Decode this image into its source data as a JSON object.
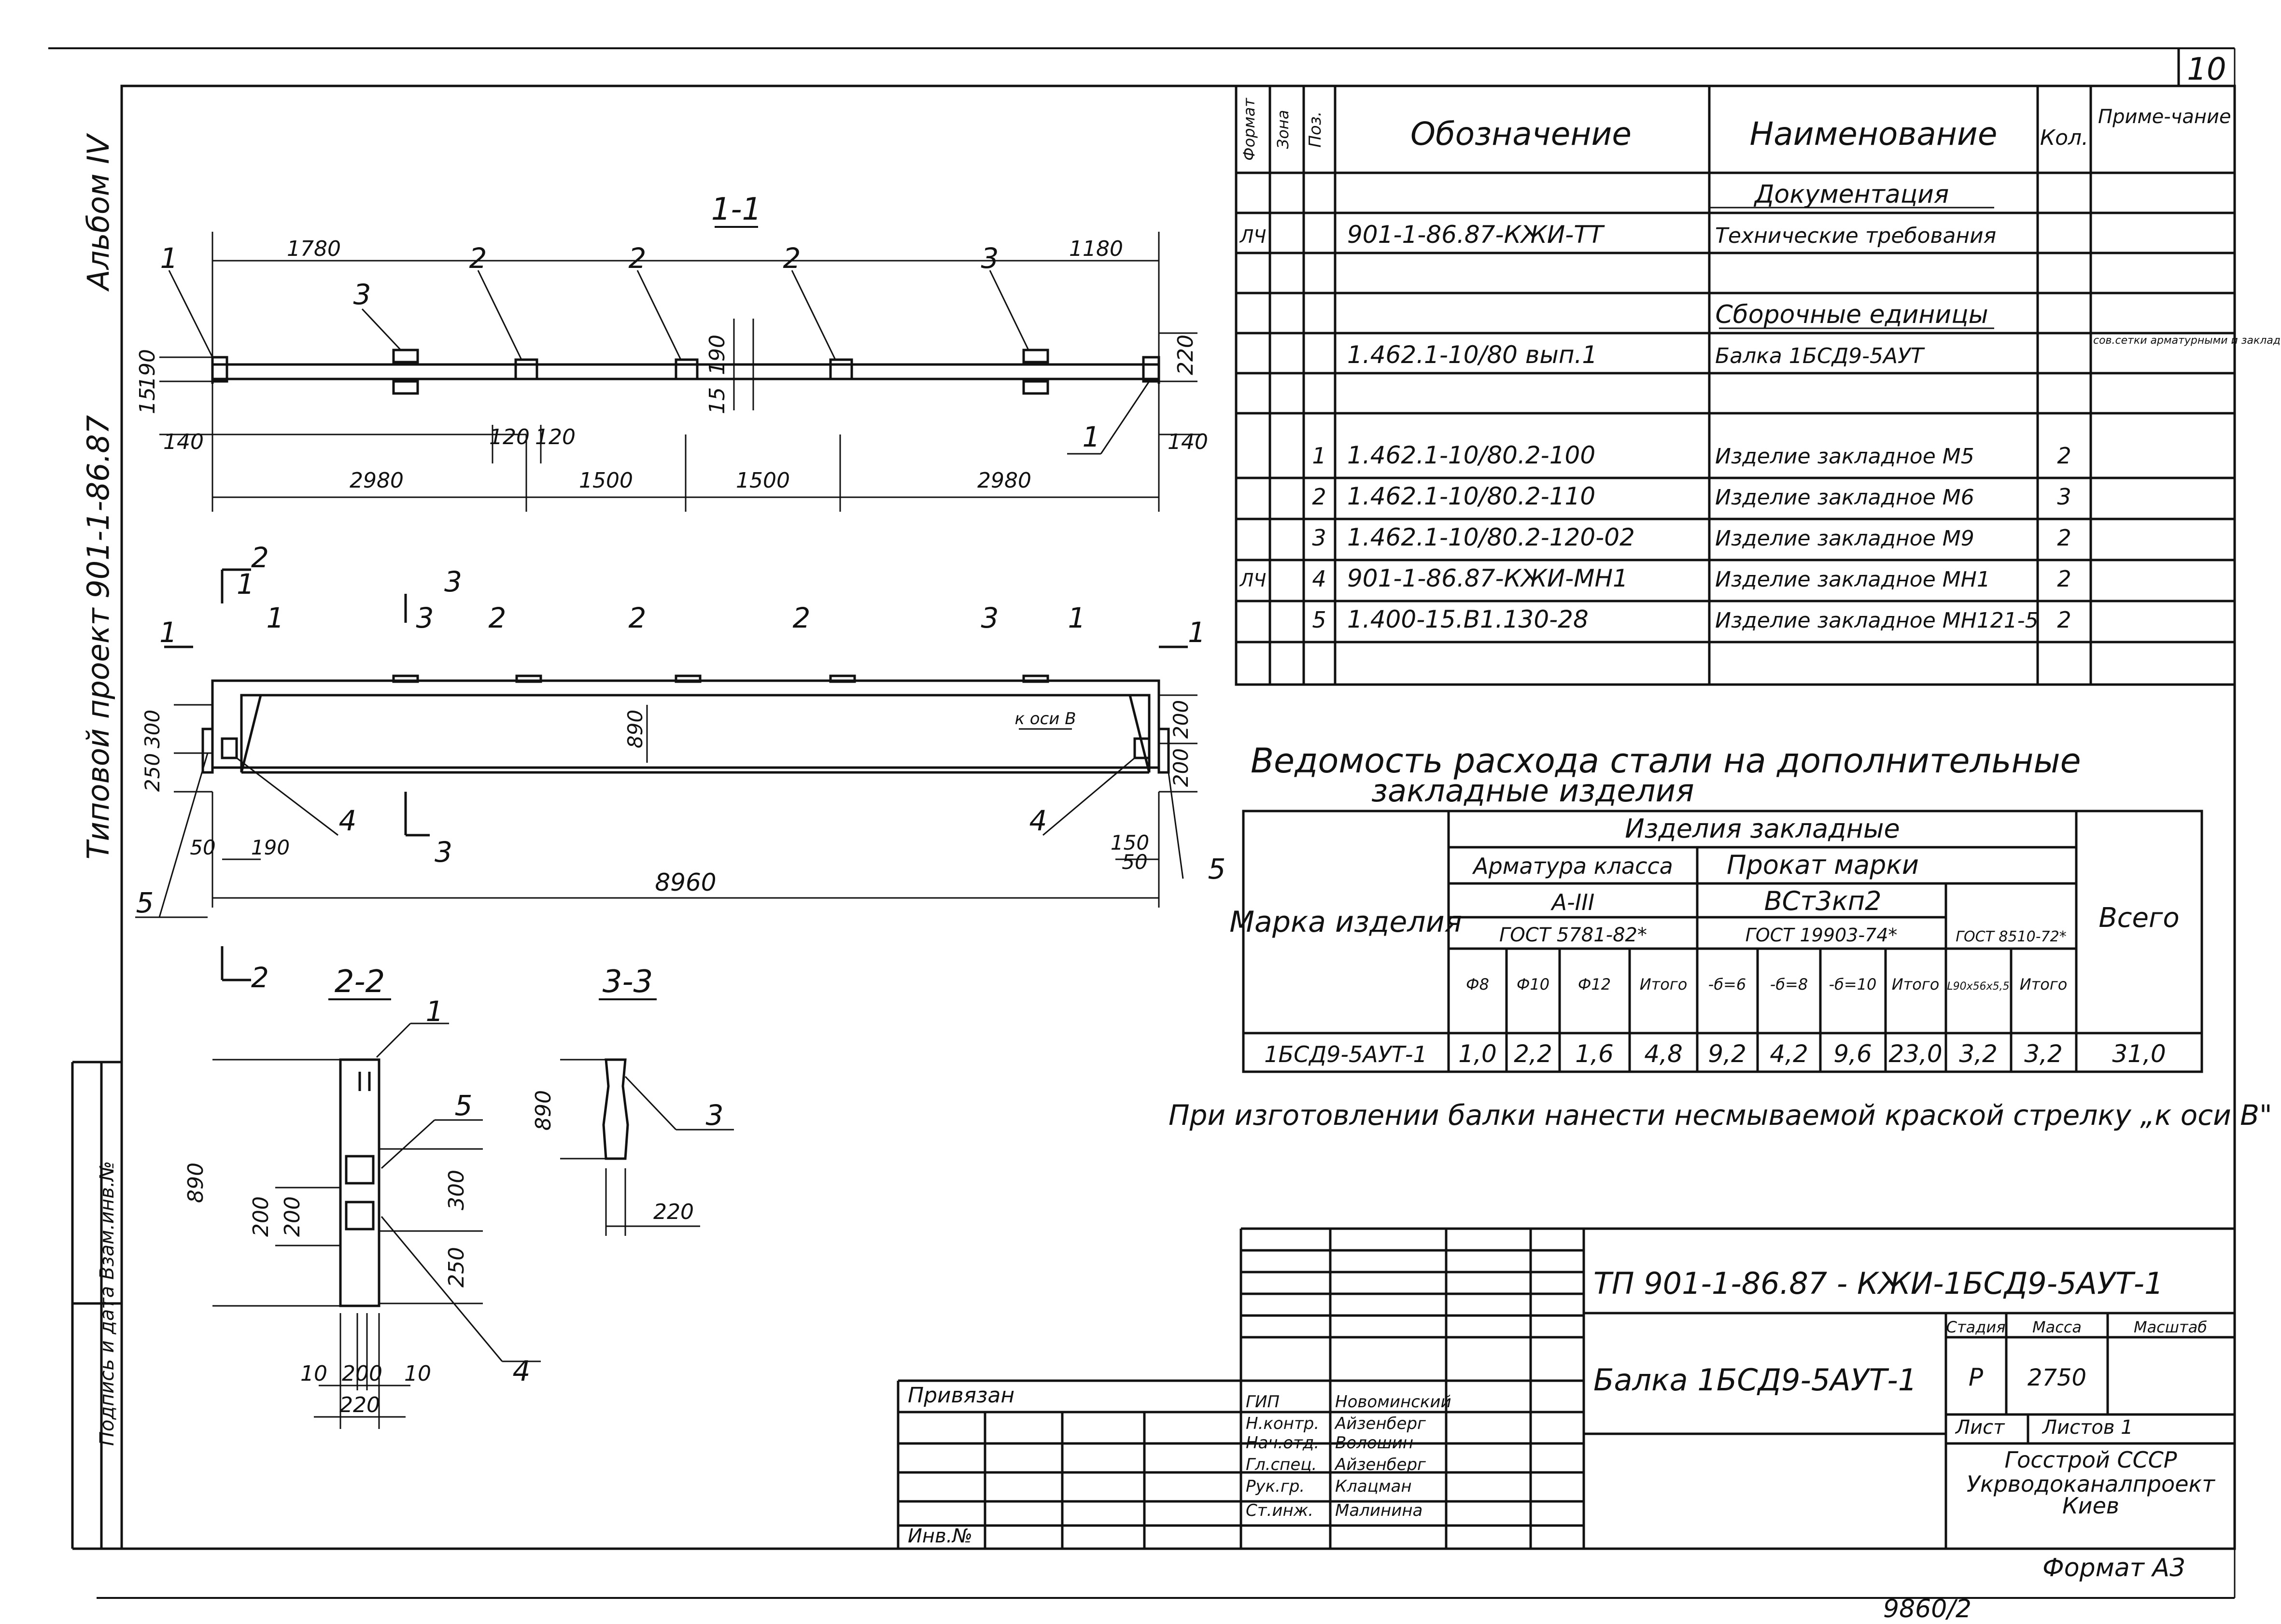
{
  "sheet_number": "10",
  "margin": {
    "album": "Альбом IV",
    "project": "Типовой проект 901-1-86.87",
    "stamp": "Подпись и дата  Взам.инв.№"
  },
  "spec": {
    "headers": {
      "format": "Формат",
      "zone": "Зона",
      "pos": "Поз.",
      "designation": "Обозначение",
      "name": "Наименование",
      "qty": "Кол.",
      "note": "Приме-чание"
    },
    "rows": [
      {
        "format": "",
        "pos": "",
        "designation": "",
        "name": "Документация",
        "qty": "",
        "note": ""
      },
      {
        "format": "ЛЧ",
        "pos": "",
        "designation": "901-1-86.87-КЖИ-ТТ",
        "name": "Технические требования",
        "qty": "",
        "note": ""
      },
      {
        "format": "",
        "pos": "",
        "designation": "",
        "name": "",
        "qty": "",
        "note": ""
      },
      {
        "format": "",
        "pos": "",
        "designation": "",
        "name": "Сборочные единицы",
        "qty": "",
        "note": ""
      },
      {
        "format": "",
        "pos": "",
        "designation": "1.462.1-10/80 вып.1",
        "name": "Балка 1БСД9-5АУТ",
        "qty": "",
        "note": "сов.сетки арматурными и заклад. изделиями"
      },
      {
        "format": "",
        "pos": "",
        "designation": "",
        "name": "",
        "qty": "",
        "note": ""
      },
      {
        "format": "",
        "pos": "1",
        "designation": "1.462.1-10/80.2-100",
        "name": "Изделие закладное М5",
        "qty": "2",
        "note": ""
      },
      {
        "format": "",
        "pos": "2",
        "designation": "1.462.1-10/80.2-110",
        "name": "Изделие закладное М6",
        "qty": "3",
        "note": ""
      },
      {
        "format": "",
        "pos": "3",
        "designation": "1.462.1-10/80.2-120-02",
        "name": "Изделие закладное М9",
        "qty": "2",
        "note": ""
      },
      {
        "format": "ЛЧ",
        "pos": "4",
        "designation": "901-1-86.87-КЖИ-МН1",
        "name": "Изделие закладное МН1",
        "qty": "2",
        "note": ""
      },
      {
        "format": "",
        "pos": "5",
        "designation": "1.400-15.В1.130-28",
        "name": "Изделие закладное МН121-5",
        "qty": "2",
        "note": ""
      }
    ]
  },
  "steel": {
    "title1": "Ведомость расхода стали на дополнительные",
    "title2": "закладные изделия",
    "mark_header": "Марка изделия",
    "group": "Изделия закладные",
    "rebar": "Арматура класса",
    "rebar_class": "А-III",
    "rebar_gost": "ГОСТ 5781-82*",
    "rolled": "Прокат марки",
    "rolled_grade": "ВСт3кп2",
    "rolled_gost1": "ГОСТ 19903-74*",
    "rolled_gost2": "ГОСТ 8510-72*",
    "total": "Всего",
    "cols": [
      "Ф8",
      "Ф10",
      "Ф12",
      "Итого",
      "-б=6",
      "-б=8",
      "-б=10",
      "Итого",
      "L90x56x5,5",
      "Итого"
    ],
    "row": {
      "mark": "1БСД9-5АУТ-1",
      "values": [
        "1,0",
        "2,2",
        "1,6",
        "4,8",
        "9,2",
        "4,2",
        "9,6",
        "23,0",
        "3,2",
        "3,2",
        "31,0"
      ]
    }
  },
  "note": "При изготовлении балки нанести несмываемой краской стрелку „к оси В\"",
  "drawing": {
    "sec11": "1-1",
    "sec22": "2-2",
    "sec33": "3-3",
    "dims_top": [
      "1780",
      "1180",
      "190",
      "220",
      "15",
      "190",
      "15",
      "140",
      "120",
      "120",
      "140",
      "2980",
      "1500",
      "1500",
      "2980"
    ],
    "dims_mid": [
      "300",
      "250",
      "890",
      "200",
      "200",
      "50",
      "190",
      "150",
      "50",
      "8960"
    ],
    "axis_label": "к оси В",
    "dims_22": [
      "890",
      "200",
      "200",
      "300",
      "250",
      "10",
      "200",
      "10",
      "220"
    ],
    "dims_33": [
      "890",
      "220"
    ],
    "leaders": [
      "1",
      "2",
      "3",
      "4",
      "5"
    ]
  },
  "title_block": {
    "code": "ТП 901-1-86.87 - КЖИ-1БСД9-5АУТ-1",
    "name": "Балка 1БСД9-5АУТ-1",
    "privyazan": "Привязан",
    "inv": "Инв.№",
    "roles": [
      "ГИП",
      "Н.контр.",
      "Нач.отд.",
      "Гл.спец.",
      "Рук.гр.",
      "Ст.инж."
    ],
    "people": [
      "Новоминский",
      "Айзенберг",
      "Волошин",
      "Айзенберг",
      "Клацман",
      "Малинина"
    ],
    "stage_h": "Стадия",
    "mass_h": "Масса",
    "scale_h": "Масштаб",
    "stage": "Р",
    "mass": "2750",
    "sheet_h": "Лист",
    "sheets_h": "Листов 1",
    "org1": "Госстрой СССР",
    "org2": "Укрводоканалпроект",
    "org3": "Киев"
  },
  "format": "Формат А3",
  "archive": "9860/2"
}
